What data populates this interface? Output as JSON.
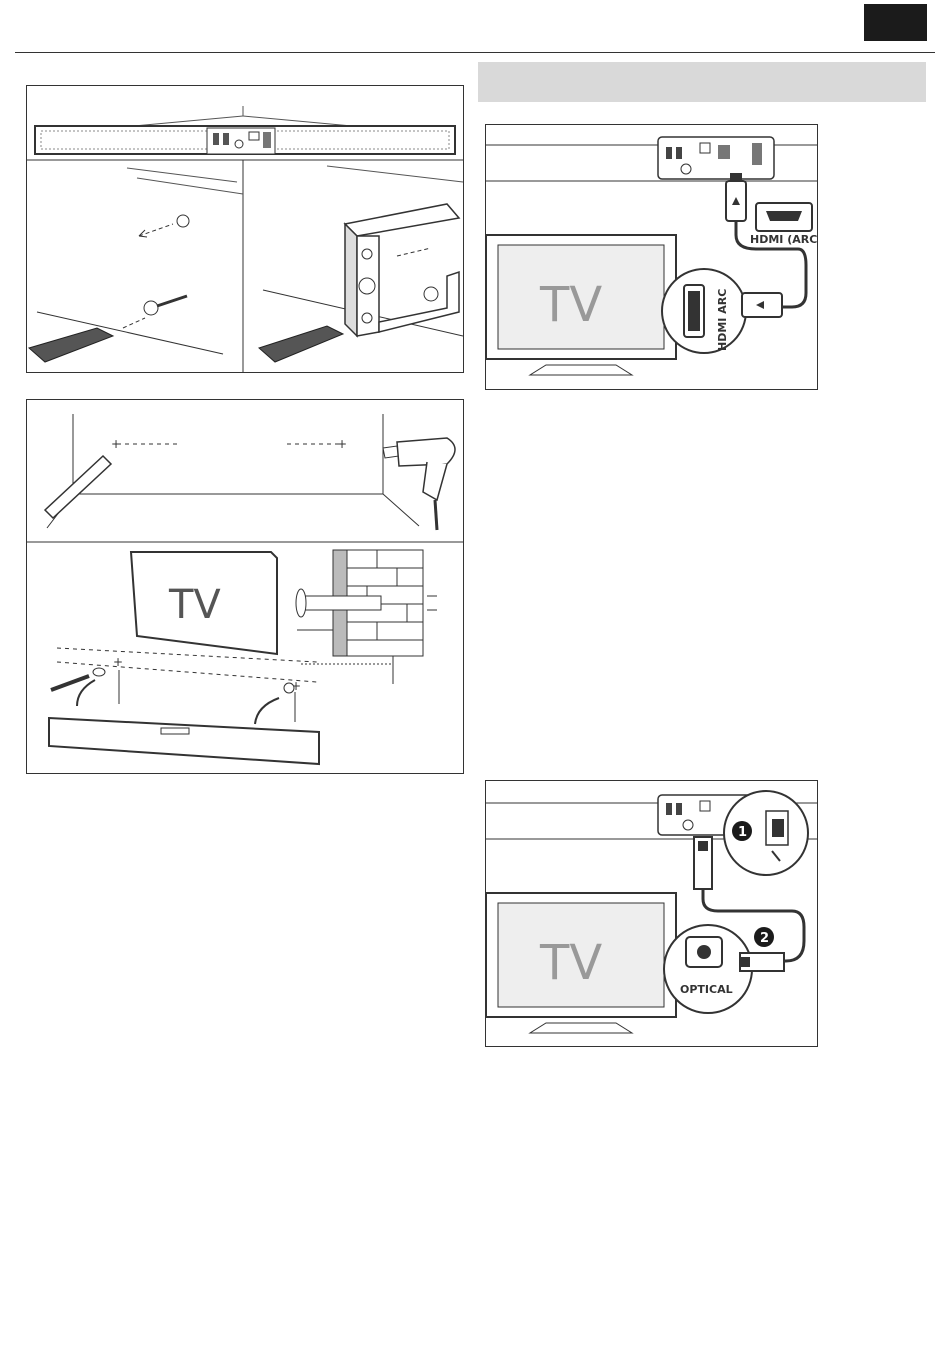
{
  "page": {
    "language_badge_color": "#1b1b1b",
    "section_bar_color": "#d9d9d9"
  },
  "figures": {
    "wall_mount": {
      "tv_label": "TV"
    },
    "hdmi": {
      "tv_label": "TV",
      "soundbar_port_label": "HDMI (ARC)",
      "tv_port_label": "HDMI ARC"
    },
    "optical": {
      "tv_label": "TV",
      "tv_port_label": "OPTICAL",
      "step_1": "1",
      "step_2": "2"
    }
  }
}
